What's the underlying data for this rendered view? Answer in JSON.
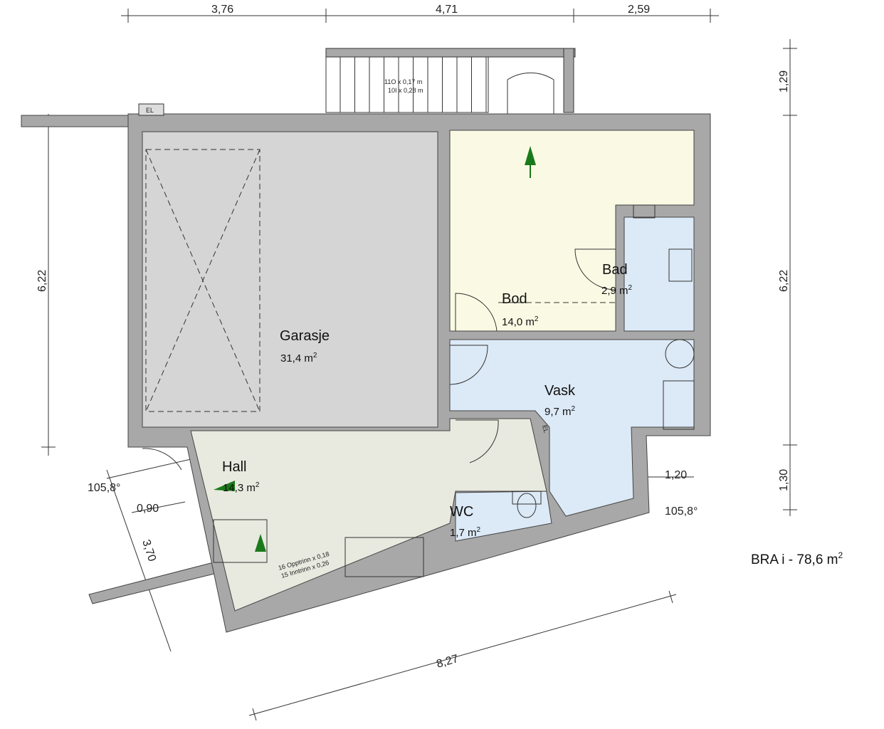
{
  "dimensions": {
    "top": [
      "3,76",
      "4,71",
      "2,59"
    ],
    "left": "6,22",
    "right": [
      "1,29",
      "6,22",
      "1,30"
    ],
    "bottom": "8,27",
    "angled_left": "3,70",
    "small_left": "0,90",
    "small_right": "1,20",
    "angle_left": "105,8°",
    "angle_right": "105,8°"
  },
  "rooms": [
    {
      "name": "Garasje",
      "area": "31,4 m",
      "sup": "2"
    },
    {
      "name": "Bod",
      "area": "14,0 m",
      "sup": "2"
    },
    {
      "name": "Bad",
      "area": "2,9 m",
      "sup": "2"
    },
    {
      "name": "Vask",
      "area": "9,7 m",
      "sup": "2"
    },
    {
      "name": "Hall",
      "area": "14,3 m",
      "sup": "2"
    },
    {
      "name": "WC",
      "area": "1,7 m",
      "sup": "2"
    }
  ],
  "labels": {
    "el_top": "EL",
    "el_vask": "EL",
    "stair_top_1": "11O x 0,17 m",
    "stair_top_2": "10I x 0,28 m",
    "stair_hall_1": "16 Opptrinn x 0,18",
    "stair_hall_2": "15 Inntrinn x 0,26"
  },
  "total": {
    "text": "BRA i - 78,6 m",
    "sup": "2"
  },
  "colors": {
    "wall": "#a8a8a8",
    "garage": "#d5d5d5",
    "bod": "#fafae4",
    "wet": "#dce9f6",
    "hall": "#e8e9df",
    "arrow": "#1a7a1a"
  }
}
